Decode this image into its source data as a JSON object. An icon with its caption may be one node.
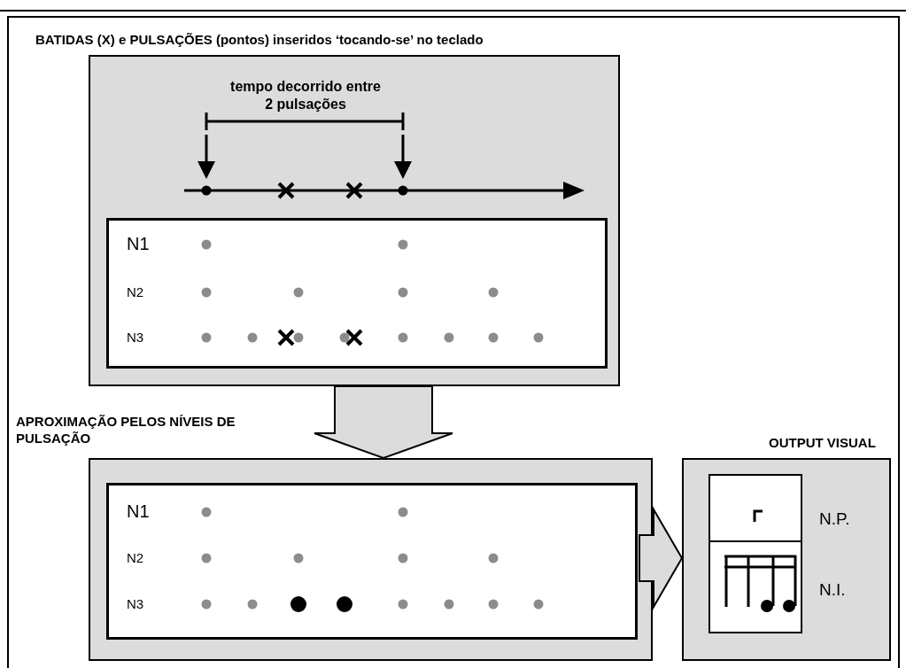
{
  "diagram": {
    "nodes": [
      {
        "text": [
          "BATIDAS (X) e PULSAÇÕES (pontos) inseridos ‘tocando-se’ no teclado"
        ]
      },
      {
        "text": [],
        "shape": "box",
        "in": 0
      },
      {
        "text": [
          "N1",
          "N2",
          "N3"
        ],
        "in": 1
      },
      {
        "text": [
          "APROXIMAÇÃO PELOS NÍVEIS DE PULSAÇÃO"
        ],
        "in": 0
      },
      {
        "text": [
          "N1",
          "N2",
          "N3"
        ],
        "in": 3
      },
      {
        "text": [
          "OUTPUT VISUAL"
        ],
        "in": 0
      },
      {
        "text": [],
        "shape": "box",
        "in": 5,
        "beside": [
          "N.P."
        ]
      },
      {
        "text": [],
        "shape": "box",
        "in": 5,
        "beside": [
          "N.I."
        ]
      }
    ],
    "edges": [
      {
        "from": 1,
        "to": 3,
        "arrow": "to"
      },
      {
        "from": 3,
        "to": 5,
        "arrow": "to"
      }
    ],
    "labels": [
      "tempo decorrido entre 2 pulsações"
    ]
  }
}
